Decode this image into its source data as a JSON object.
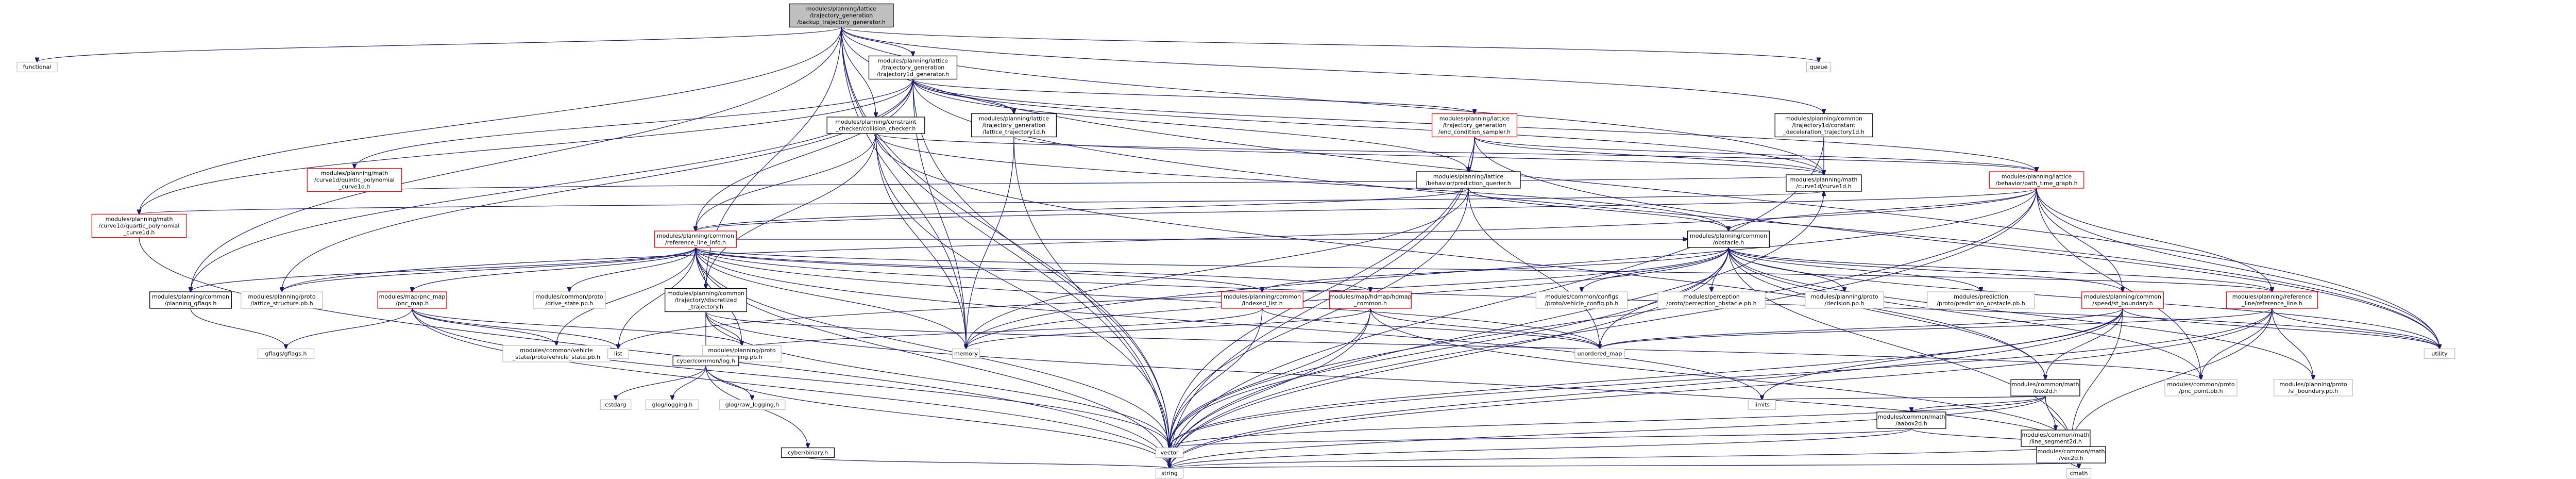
{
  "colors": {
    "edge": "#191970",
    "node_fill": "#ffffff",
    "node_border_normal": "#000000",
    "node_border_red": "#ff0000",
    "node_border_gray": "#bfbfbf",
    "root_fill": "#bfbfbf"
  },
  "nodes": [
    {
      "id": "root",
      "lines": [
        "modules/planning/lattice",
        "/trajectory_generation",
        "/backup_trajectory_generator.h"
      ],
      "kind": "root"
    },
    {
      "id": "functional",
      "lines": [
        "functional"
      ],
      "kind": "gray"
    },
    {
      "id": "queue",
      "lines": [
        "queue"
      ],
      "kind": "gray"
    },
    {
      "id": "tg1d",
      "lines": [
        "modules/planning/lattice",
        "/trajectory_generation",
        "/trajectory1d_generator.h"
      ],
      "kind": "normal"
    },
    {
      "id": "ccc",
      "lines": [
        "modules/planning/constraint",
        "_checker/collision_checker.h"
      ],
      "kind": "normal"
    },
    {
      "id": "lt1d",
      "lines": [
        "modules/planning/lattice",
        "/trajectory_generation",
        "/lattice_trajectory1d.h"
      ],
      "kind": "normal"
    },
    {
      "id": "ecs",
      "lines": [
        "modules/planning/lattice",
        "/trajectory_generation",
        "/end_condition_sampler.h"
      ],
      "kind": "red"
    },
    {
      "id": "cdt",
      "lines": [
        "modules/planning/common",
        "/trajectory1d/constant",
        "_deceleration_trajectory1d.h"
      ],
      "kind": "normal"
    },
    {
      "id": "qpc",
      "lines": [
        "modules/planning/math",
        "/curve1d/quartic_polynomial",
        "_curve1d.h"
      ],
      "kind": "red"
    },
    {
      "id": "qpc2",
      "lines": [
        "modules/planning/math",
        "/curve1d/quintic_polynomial",
        "_curve1d.h"
      ],
      "kind": "red"
    },
    {
      "id": "pq",
      "lines": [
        "modules/planning/lattice",
        "/behavior/prediction_querier.h"
      ],
      "kind": "normal"
    },
    {
      "id": "ptg",
      "lines": [
        "modules/planning/lattice",
        "/behavior/path_time_graph.h"
      ],
      "kind": "red"
    },
    {
      "id": "c1d",
      "lines": [
        "modules/planning/math",
        "/curve1d/curve1d.h"
      ],
      "kind": "normal"
    },
    {
      "id": "rli",
      "lines": [
        "modules/planning/common",
        "/reference_line_info.h"
      ],
      "kind": "red"
    },
    {
      "id": "obs",
      "lines": [
        "modules/planning/common",
        "/obstacle.h"
      ],
      "kind": "normal"
    },
    {
      "id": "pg",
      "lines": [
        "modules/planning/common",
        "/planning_gflags.h"
      ],
      "kind": "normal"
    },
    {
      "id": "lsp",
      "lines": [
        "modules/planning/proto",
        "/lattice_structure.pb.h"
      ],
      "kind": "gray"
    },
    {
      "id": "pnc",
      "lines": [
        "modules/map/pnc_map",
        "/pnc_map.h"
      ],
      "kind": "red"
    },
    {
      "id": "dsp",
      "lines": [
        "modules/common/proto",
        "/drive_state.pb.h"
      ],
      "kind": "gray"
    },
    {
      "id": "dt",
      "lines": [
        "modules/planning/common",
        "/trajectory/discretized",
        "_trajectory.h"
      ],
      "kind": "normal"
    },
    {
      "id": "il",
      "lines": [
        "modules/planning/common",
        "/indexed_list.h"
      ],
      "kind": "red"
    },
    {
      "id": "hdc",
      "lines": [
        "modules/map/hdmap/hdmap",
        "_common.h"
      ],
      "kind": "red"
    },
    {
      "id": "vc",
      "lines": [
        "modules/common/configs",
        "/proto/vehicle_config.pb.h"
      ],
      "kind": "gray"
    },
    {
      "id": "po",
      "lines": [
        "modules/perception",
        "/proto/perception_obstacle.pb.h"
      ],
      "kind": "gray"
    },
    {
      "id": "dp",
      "lines": [
        "modules/planning/proto",
        "/decision.pb.h"
      ],
      "kind": "gray"
    },
    {
      "id": "ppo",
      "lines": [
        "modules/prediction",
        "/proto/prediction_obstacle.pb.h"
      ],
      "kind": "gray"
    },
    {
      "id": "stb",
      "lines": [
        "modules/planning/common",
        "/speed/st_boundary.h"
      ],
      "kind": "red"
    },
    {
      "id": "rl",
      "lines": [
        "modules/planning/reference",
        "_line/reference_line.h"
      ],
      "kind": "red"
    },
    {
      "id": "gflags",
      "lines": [
        "gflags/gflags.h"
      ],
      "kind": "gray"
    },
    {
      "id": "vs",
      "lines": [
        "modules/common/vehicle",
        "_state/proto/vehicle_state.pb.h"
      ],
      "kind": "gray"
    },
    {
      "id": "list",
      "lines": [
        "list"
      ],
      "kind": "gray"
    },
    {
      "id": "pp",
      "lines": [
        "modules/planning/proto",
        "/planning.pb.h"
      ],
      "kind": "gray"
    },
    {
      "id": "log",
      "lines": [
        "cyber/common/log.h"
      ],
      "kind": "normal"
    },
    {
      "id": "memory",
      "lines": [
        "memory"
      ],
      "kind": "gray"
    },
    {
      "id": "umap",
      "lines": [
        "unordered_map"
      ],
      "kind": "gray"
    },
    {
      "id": "utility",
      "lines": [
        "utility"
      ],
      "kind": "gray"
    },
    {
      "id": "box2d",
      "lines": [
        "modules/common/math",
        "/box2d.h"
      ],
      "kind": "normal"
    },
    {
      "id": "pnp",
      "lines": [
        "modules/common/proto",
        "/pnc_point.pb.h"
      ],
      "kind": "gray"
    },
    {
      "id": "slb",
      "lines": [
        "modules/planning/proto",
        "/sl_boundary.pb.h"
      ],
      "kind": "gray"
    },
    {
      "id": "cstdarg",
      "lines": [
        "cstdarg"
      ],
      "kind": "gray"
    },
    {
      "id": "glog",
      "lines": [
        "glog/logging.h"
      ],
      "kind": "gray"
    },
    {
      "id": "glograw",
      "lines": [
        "glog/raw_logging.h"
      ],
      "kind": "gray"
    },
    {
      "id": "limits",
      "lines": [
        "limits"
      ],
      "kind": "gray"
    },
    {
      "id": "aabox",
      "lines": [
        "modules/common/math",
        "/aabox2d.h"
      ],
      "kind": "normal"
    },
    {
      "id": "ls2d",
      "lines": [
        "modules/common/math",
        "/line_segment2d.h"
      ],
      "kind": "normal"
    },
    {
      "id": "vector",
      "lines": [
        "vector"
      ],
      "kind": "gray"
    },
    {
      "id": "binary",
      "lines": [
        "cyber/binary.h"
      ],
      "kind": "normal"
    },
    {
      "id": "vec2d",
      "lines": [
        "modules/common/math",
        "/vec2d.h"
      ],
      "kind": "normal"
    },
    {
      "id": "string",
      "lines": [
        "string"
      ],
      "kind": "gray"
    },
    {
      "id": "cmath",
      "lines": [
        "cmath"
      ],
      "kind": "gray"
    }
  ],
  "edges": [
    [
      "root",
      "functional"
    ],
    [
      "root",
      "queue"
    ],
    [
      "root",
      "tg1d"
    ],
    [
      "root",
      "ccc"
    ],
    [
      "root",
      "cdt"
    ],
    [
      "root",
      "c1d"
    ],
    [
      "root",
      "memory"
    ],
    [
      "root",
      "vector"
    ],
    [
      "root",
      "utility"
    ],
    [
      "root",
      "dt"
    ],
    [
      "root",
      "pg"
    ],
    [
      "root",
      "qpc"
    ],
    [
      "root",
      "string"
    ],
    [
      "tg1d",
      "lt1d"
    ],
    [
      "tg1d",
      "ecs"
    ],
    [
      "tg1d",
      "pq"
    ],
    [
      "tg1d",
      "ptg"
    ],
    [
      "tg1d",
      "c1d"
    ],
    [
      "tg1d",
      "qpc"
    ],
    [
      "tg1d",
      "qpc2"
    ],
    [
      "tg1d",
      "lsp"
    ],
    [
      "tg1d",
      "memory"
    ],
    [
      "tg1d",
      "utility"
    ],
    [
      "tg1d",
      "vector"
    ],
    [
      "tg1d",
      "pg"
    ],
    [
      "tg1d",
      "rli"
    ],
    [
      "ccc",
      "obs"
    ],
    [
      "ccc",
      "rli"
    ],
    [
      "ccc",
      "dt"
    ],
    [
      "ccc",
      "ptg"
    ],
    [
      "ccc",
      "memory"
    ],
    [
      "ccc",
      "vector"
    ],
    [
      "ccc",
      "box2d"
    ],
    [
      "lt1d",
      "c1d"
    ],
    [
      "lt1d",
      "memory"
    ],
    [
      "lt1d",
      "string"
    ],
    [
      "ecs",
      "pq"
    ],
    [
      "ecs",
      "ptg"
    ],
    [
      "ecs",
      "c1d"
    ],
    [
      "ecs",
      "utility"
    ],
    [
      "ecs",
      "vector"
    ],
    [
      "ecs",
      "string"
    ],
    [
      "cdt",
      "c1d"
    ],
    [
      "cdt",
      "string"
    ],
    [
      "qpc",
      "c1d"
    ],
    [
      "qpc",
      "string"
    ],
    [
      "qpc2",
      "c1d"
    ],
    [
      "pq",
      "obs"
    ],
    [
      "pq",
      "rli"
    ],
    [
      "pq",
      "umap"
    ],
    [
      "pq",
      "vector"
    ],
    [
      "pq",
      "memory"
    ],
    [
      "ptg",
      "obs"
    ],
    [
      "ptg",
      "rli"
    ],
    [
      "ptg",
      "stb"
    ],
    [
      "ptg",
      "rl"
    ],
    [
      "ptg",
      "utility"
    ],
    [
      "ptg",
      "vector"
    ],
    [
      "ptg",
      "string"
    ],
    [
      "ptg",
      "memory"
    ],
    [
      "ptg",
      "pnp"
    ],
    [
      "ptg",
      "lsp"
    ],
    [
      "c1d",
      "string"
    ],
    [
      "rli",
      "pnc"
    ],
    [
      "rli",
      "dsp"
    ],
    [
      "rli",
      "dt"
    ],
    [
      "rli",
      "il"
    ],
    [
      "rli",
      "hdc"
    ],
    [
      "rli",
      "obs"
    ],
    [
      "rli",
      "lsp"
    ],
    [
      "rli",
      "pp"
    ],
    [
      "rli",
      "list"
    ],
    [
      "rli",
      "memory"
    ],
    [
      "rli",
      "umap"
    ],
    [
      "rli",
      "limits"
    ],
    [
      "rli",
      "vector"
    ],
    [
      "rli",
      "string"
    ],
    [
      "rli",
      "rl"
    ],
    [
      "rli",
      "pg"
    ],
    [
      "rli",
      "vs"
    ],
    [
      "rli",
      "utility"
    ],
    [
      "obs",
      "vc"
    ],
    [
      "obs",
      "po"
    ],
    [
      "obs",
      "dp"
    ],
    [
      "obs",
      "ppo"
    ],
    [
      "obs",
      "stb"
    ],
    [
      "obs",
      "il"
    ],
    [
      "obs",
      "rl"
    ],
    [
      "obs",
      "box2d"
    ],
    [
      "obs",
      "vec2d"
    ],
    [
      "obs",
      "list"
    ],
    [
      "obs",
      "memory"
    ],
    [
      "obs",
      "string"
    ],
    [
      "obs",
      "umap"
    ],
    [
      "obs",
      "vector"
    ],
    [
      "obs",
      "slb"
    ],
    [
      "obs",
      "pnp"
    ],
    [
      "obs",
      "utility"
    ],
    [
      "pg",
      "gflags"
    ],
    [
      "pnc",
      "gflags"
    ],
    [
      "pnc",
      "vs"
    ],
    [
      "pnc",
      "list"
    ],
    [
      "pnc",
      "pp"
    ],
    [
      "pnc",
      "vector"
    ],
    [
      "pnc",
      "string"
    ],
    [
      "dt",
      "log"
    ],
    [
      "dt",
      "pp"
    ],
    [
      "dt",
      "vector"
    ],
    [
      "dt",
      "pnp"
    ],
    [
      "dt",
      "vec2d"
    ],
    [
      "il",
      "umap"
    ],
    [
      "il",
      "vector"
    ],
    [
      "il",
      "log"
    ],
    [
      "hdc",
      "memory"
    ],
    [
      "hdc",
      "vector"
    ],
    [
      "hdc",
      "string"
    ],
    [
      "hdc",
      "vec2d"
    ],
    [
      "hdc",
      "umap"
    ],
    [
      "stb",
      "box2d"
    ],
    [
      "stb",
      "vec2d"
    ],
    [
      "stb",
      "limits"
    ],
    [
      "stb",
      "vector"
    ],
    [
      "stb",
      "string"
    ],
    [
      "stb",
      "utility"
    ],
    [
      "stb",
      "umap"
    ],
    [
      "rl",
      "vec2d"
    ],
    [
      "rl",
      "pnp"
    ],
    [
      "rl",
      "slb"
    ],
    [
      "rl",
      "utility"
    ],
    [
      "rl",
      "vector"
    ],
    [
      "rl",
      "string"
    ],
    [
      "rl",
      "umap"
    ],
    [
      "log",
      "cstdarg"
    ],
    [
      "log",
      "glog"
    ],
    [
      "log",
      "glograw"
    ],
    [
      "log",
      "binary"
    ],
    [
      "log",
      "string"
    ],
    [
      "box2d",
      "aabox"
    ],
    [
      "box2d",
      "ls2d"
    ],
    [
      "box2d",
      "vec2d"
    ],
    [
      "box2d",
      "limits"
    ],
    [
      "box2d",
      "vector"
    ],
    [
      "box2d",
      "string"
    ],
    [
      "aabox",
      "vec2d"
    ],
    [
      "aabox",
      "vector"
    ],
    [
      "aabox",
      "string"
    ],
    [
      "ls2d",
      "vec2d"
    ],
    [
      "ls2d",
      "string"
    ],
    [
      "binary",
      "string"
    ],
    [
      "vec2d",
      "cmath"
    ],
    [
      "vec2d",
      "string"
    ]
  ]
}
